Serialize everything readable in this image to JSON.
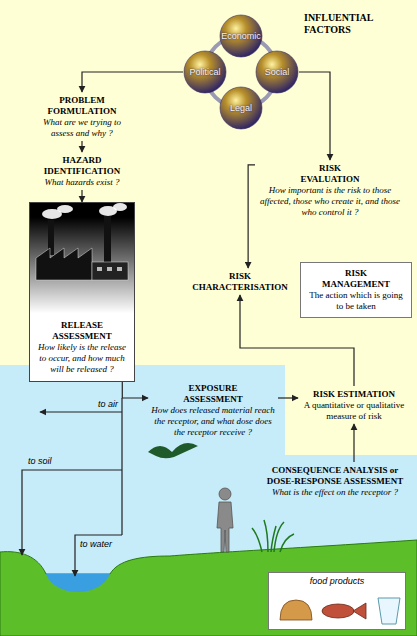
{
  "diagram": {
    "nodes": [
      {
        "text": [
          "PROBLEM FORMULATION",
          "What are we trying to assess and why ?"
        ]
      },
      {
        "text": [
          "Economic"
        ]
      },
      {
        "text": [
          "Political"
        ]
      },
      {
        "text": [
          "Social"
        ]
      },
      {
        "text": [
          "Legal"
        ]
      },
      {
        "text": [
          "HAZARD IDENTIFICATION",
          "What hazards exist ?"
        ]
      },
      {
        "text": [
          "RISK EVALUATION",
          "How important is the risk to those affected, those who create it, and those who control it ?"
        ]
      },
      {
        "text": [
          "RISK CHARACTERISATION"
        ]
      },
      {
        "text": [
          "RISK MANAGEMENT",
          "The action which is going to be taken"
        ]
      },
      {
        "text": [
          "RELEASE ASSESSMENT",
          "How likely is the release to occur, and how much will be released ?"
        ]
      },
      {
        "text": [
          "EXPOSURE ASSESSMENT",
          "How does released material reach the receptor, and what dose does the receptor receive ?"
        ]
      },
      {
        "text": [
          "RISK ESTIMATION",
          "A quantitative or qualitative measure of risk"
        ]
      },
      {
        "text": [
          "CONSEQUENCE ANALYSIS or DOSE-RESPONSE ASSESSMENT",
          "What is the effect on the receptor ?"
        ]
      },
      {
        "text": [
          "food products"
        ]
      }
    ],
    "edges": [
      {
        "from": 2,
        "to": 0,
        "arrow": "to"
      },
      {
        "from": 3,
        "to": 6,
        "arrow": "to"
      },
      {
        "from": 0,
        "to": 5,
        "arrow": "to"
      },
      {
        "from": 5,
        "to": 9,
        "arrow": "to"
      },
      {
        "from": 9,
        "to": 10,
        "arrow": "to"
      },
      {
        "from": 10,
        "to": 11,
        "arrow": "to"
      },
      {
        "from": 12,
        "to": 11,
        "arrow": "to"
      },
      {
        "from": 11,
        "to": 7,
        "arrow": "to"
      },
      {
        "from": 6,
        "to": 7,
        "arrow": "to"
      }
    ],
    "labels": [
      "INFLUENTIAL FACTORS",
      "to air",
      "to soil",
      "to water"
    ]
  }
}
